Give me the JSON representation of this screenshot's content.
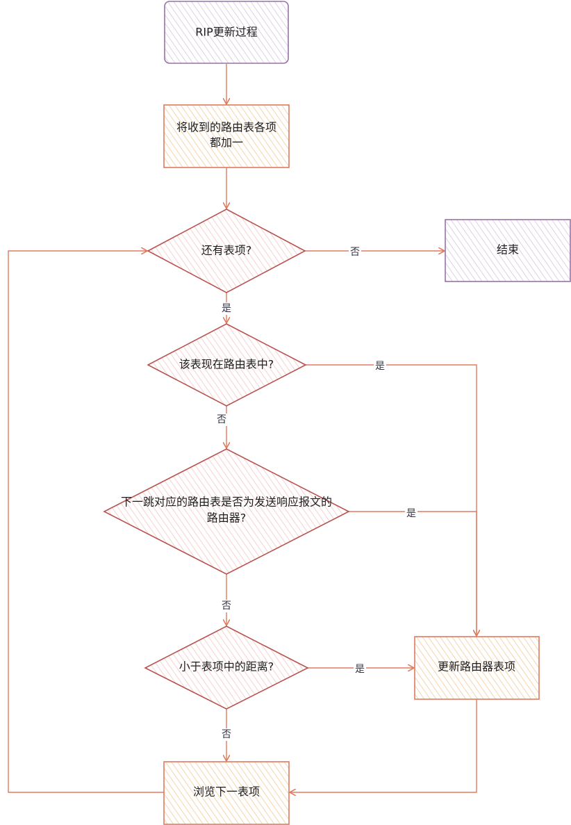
{
  "nodes": {
    "start": {
      "text": "RIP更新过程"
    },
    "add_one": {
      "line1": "将收到的路由表各项",
      "line2": "都加一"
    },
    "has_more": {
      "text": "还有表项?"
    },
    "end": {
      "text": "结束"
    },
    "in_table": {
      "text": "该表现在路由表中?"
    },
    "next_hop_same": {
      "line1": "下一跳对应的路由表是否为发送响应报文的",
      "line2": "路由器?"
    },
    "less_distance": {
      "text": "小于表项中的距离?"
    },
    "update": {
      "text": "更新路由器表项"
    },
    "browse_next": {
      "text": "浏览下一表项"
    }
  },
  "edge_labels": {
    "no_to_end": "否",
    "yes_has_more": "是",
    "yes_in_table": "是",
    "no_in_table": "否",
    "yes_next_hop": "是",
    "no_next_hop": "否",
    "yes_less": "是",
    "no_less": "否"
  },
  "colors": {
    "purple_stroke": "#9673a6",
    "purple_fill": "#e1d5e7",
    "orange_stroke": "#e07a5f",
    "orange_fill": "#fad7ac",
    "red_stroke": "#b85450",
    "red_fill": "#f8cecc",
    "edge": "#e07a5f"
  }
}
